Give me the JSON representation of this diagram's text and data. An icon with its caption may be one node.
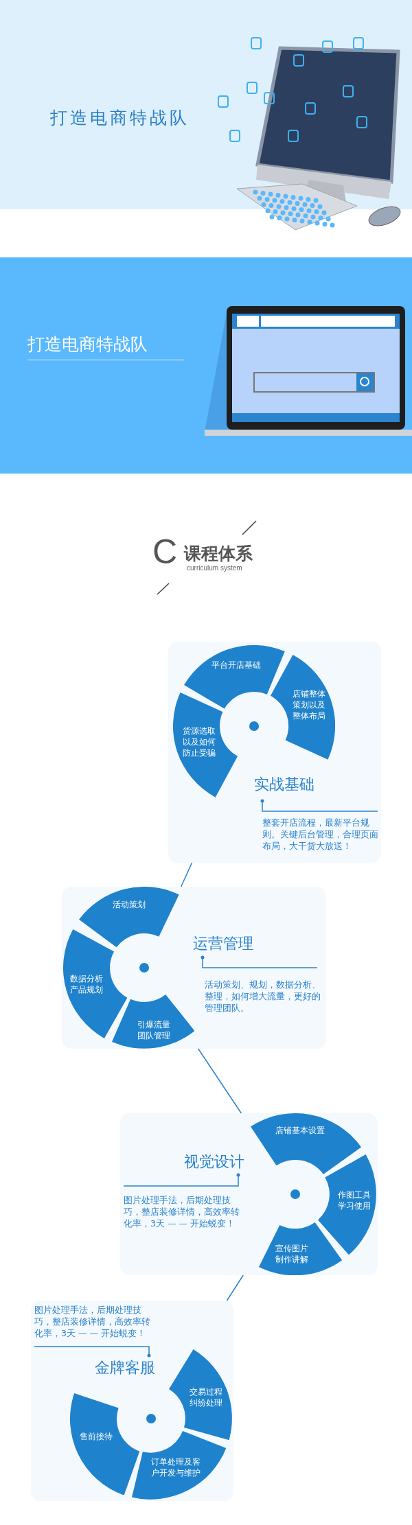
{
  "diagram": {
    "nodes": [
      {
        "text": [
          "实战基础",
          "整套开店流程，最新平台规则。关键后台管理，合理页面布局，大干货大放送！"
        ]
      },
      {
        "text": [
          "平台开店基础"
        ],
        "in": 0
      },
      {
        "text": [
          "店铺整体策划以及整体布局"
        ],
        "in": 0
      },
      {
        "text": [
          "货源选取以及如何防止受骗"
        ],
        "in": 0
      },
      {
        "text": [
          "运营管理",
          "活动策划、规划，数据分析、整理，如何增大流量，更好的管理团队。"
        ]
      },
      {
        "text": [
          "活动策划"
        ],
        "in": 4
      },
      {
        "text": [
          "数据分析产品规划"
        ],
        "in": 4
      },
      {
        "text": [
          "引爆流量团队管理"
        ],
        "in": 4
      },
      {
        "text": [
          "视觉设计",
          "图片处理手法，后期处理技巧，整店装修详情，高效率转化率，3天 — — 开始蜕变！"
        ]
      },
      {
        "text": [
          "店铺基本设置"
        ],
        "in": 8
      },
      {
        "text": [
          "作图工具学习使用"
        ],
        "in": 8
      },
      {
        "text": [
          "宣传图片制作讲解"
        ],
        "in": 8
      },
      {
        "text": [
          "图片处理手法，后期处理技巧，整店装修详情，高效率转化率，3天 — — 开始蜕变！",
          "金牌客服"
        ]
      },
      {
        "text": [
          "交易过程纠纷处理"
        ],
        "in": 12
      },
      {
        "text": [
          "订单处理及客户开发与维护"
        ],
        "in": 12
      },
      {
        "text": [
          "售前接待"
        ],
        "in": 12
      }
    ],
    "edges": [
      {
        "from": 0,
        "to": 4,
        "arrow": "none"
      },
      {
        "from": 4,
        "to": 8,
        "arrow": "none"
      },
      {
        "from": 8,
        "to": 12,
        "arrow": "none"
      }
    ],
    "labels": [
      "打造电商特战队",
      "打造电商特战队",
      "C",
      "课程体系",
      "curriculum system"
    ]
  }
}
